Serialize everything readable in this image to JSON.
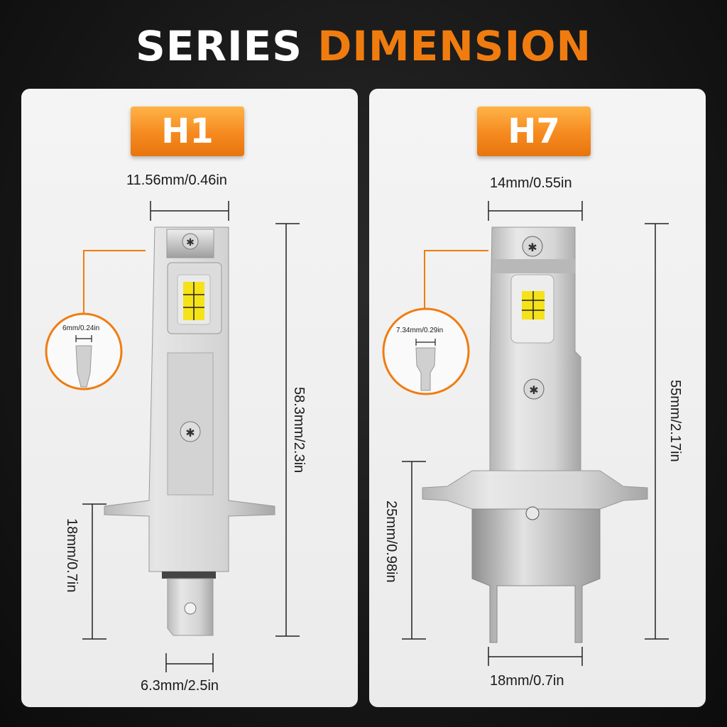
{
  "header": {
    "title_part1": "SERIES",
    "title_part2": "DIMENSION",
    "accent_color": "#f07c10"
  },
  "h1": {
    "badge": "H1",
    "width_top": "11.56mm/0.46in",
    "height_total": "58.3mm/2.3in",
    "base_height": "18mm/0.7in",
    "pin_width": "6.3mm/2.5in",
    "inset_label": "6mm/0.24in"
  },
  "h7": {
    "badge": "H7",
    "width_top": "14mm/0.55in",
    "height_total": "55mm/2.17in",
    "base_height": "25mm/0.98in",
    "base_width": "18mm/0.7in",
    "inset_label": "7.34mm/0.29in"
  }
}
